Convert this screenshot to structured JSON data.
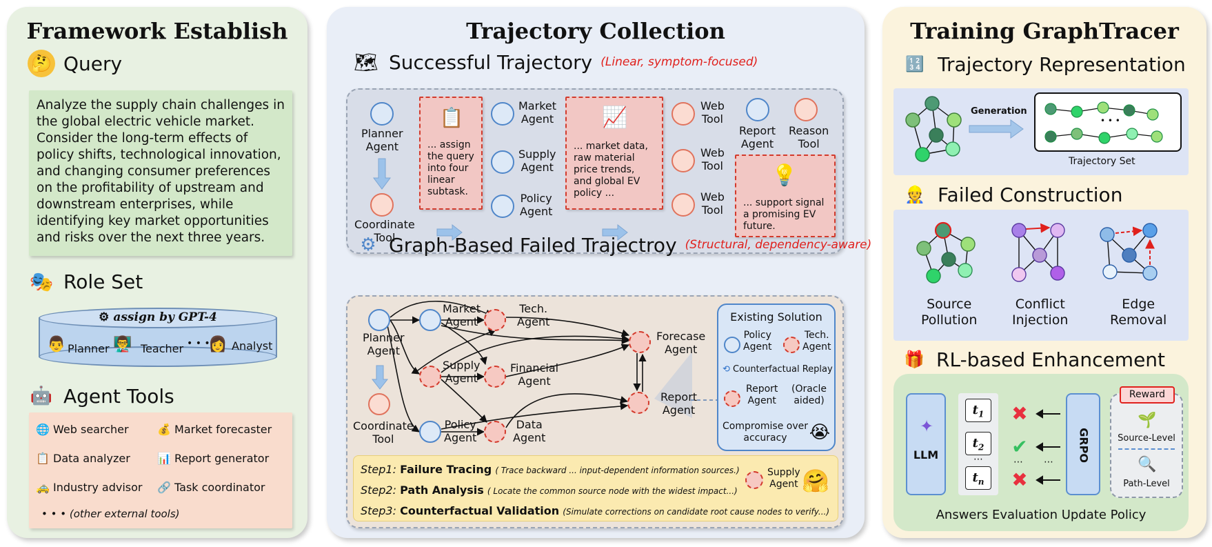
{
  "panels": {
    "framework": {
      "title": "Framework Establish",
      "query_heading": "Query",
      "query_lines": [
        "Analyze the supply chain challenges in",
        "the global electric vehicle market.",
        "Consider the long-term effects of",
        "policy shifts, technological innovation,",
        "and changing consumer preferences",
        "on the profitability of upstream and",
        "downstream enterprises, while",
        "identifying key market opportunities",
        "and risks over the next three years."
      ],
      "role_heading": "Role Set",
      "role_assign": "assign by GPT-4",
      "roles": [
        "Planner",
        "Teacher",
        "Analyst"
      ],
      "role_ellipsis": "• • •",
      "tools_heading": "Agent Tools",
      "tools": [
        "Web searcher",
        "Market forecaster",
        "Data analyzer",
        "Report generator",
        "Industry advisor",
        "Task coordinator"
      ],
      "tools_more": "• • •  (other external tools)"
    },
    "trajectory": {
      "title": "Trajectory Collection",
      "success_heading": "Successful Trajectory",
      "success_sub": "(Linear, symptom-focused)",
      "planner_agent": [
        "Planner",
        "Agent"
      ],
      "coordinate_tool": [
        "Coordinate",
        "Tool"
      ],
      "assign_note": [
        "... assign",
        "the query",
        "into four",
        "linear",
        "subtask."
      ],
      "market_agent": [
        "Market",
        "Agent"
      ],
      "supply_agent": [
        "Supply",
        "Agent"
      ],
      "policy_agent": [
        "Policy",
        "Agent"
      ],
      "market_note": [
        "... market data,",
        "raw material",
        "price trends,",
        "and global EV",
        "policy ..."
      ],
      "web_tool": [
        "Web",
        "Tool"
      ],
      "report_agent": [
        "Report",
        "Agent"
      ],
      "reason_tool": [
        "Reason",
        "Tool"
      ],
      "support_note": [
        "... support signal",
        "a promising EV",
        "future."
      ],
      "graph_heading": "Graph-Based Failed Trajectroy",
      "graph_sub": "(Structural, dependency-aware)",
      "g_planner": [
        "Planner",
        "Agent"
      ],
      "g_coordinate": [
        "Coordinate",
        "Tool"
      ],
      "g_market": [
        "Market",
        "Agent"
      ],
      "g_tech": [
        "Tech.",
        "Agent"
      ],
      "g_supply": [
        "Supply",
        "Agent"
      ],
      "g_financial": [
        "Financial",
        "Agent"
      ],
      "g_policy": [
        "Policy",
        "Agent"
      ],
      "g_data": [
        "Data",
        "Agent"
      ],
      "g_forecase": [
        "Forecase",
        "Agent"
      ],
      "g_report": [
        "Report",
        "Agent"
      ],
      "existing_title": "Existing Solution",
      "ex_policy": [
        "Policy",
        "Agent"
      ],
      "ex_tech": [
        "Tech.",
        "Agent"
      ],
      "ex_replay": "Counterfactual Replay",
      "ex_report": [
        "Report",
        "Agent"
      ],
      "ex_oracle": [
        "(Oracle",
        "aided)"
      ],
      "ex_compromise": [
        "Compromise over",
        "accuracy"
      ],
      "steps": [
        {
          "label": "Step1:",
          "name": "Failure Tracing",
          "desc": "( Trace backward ... input-dependent information sources.)"
        },
        {
          "label": "Step2:",
          "name": "Path Analysis",
          "desc": "( Locate the common source node with the widest impact...)"
        },
        {
          "label": "Step3:",
          "name": "Counterfactual Validation",
          "desc": "(Simulate corrections on candidate root cause nodes to verify...)"
        }
      ],
      "step_supply": [
        "Supply",
        "Agent"
      ]
    },
    "training": {
      "title": "Training GraphTracer",
      "rep_heading": "Trajectory Representation",
      "generation": "Generation",
      "traj_set": "Trajectory Set",
      "traj_ellipsis": "• • •",
      "failed_heading": "Failed Construction",
      "failures": [
        [
          "Source",
          "Pollution"
        ],
        [
          "Conflict",
          "Injection"
        ],
        [
          "Edge",
          "Removal"
        ]
      ],
      "rl_heading": "RL-based Enhancement",
      "llm": "LLM",
      "tokens": [
        "t",
        "t",
        "t"
      ],
      "token_subs": [
        "1",
        "2",
        "n"
      ],
      "grpo": "GRPO",
      "reward": "Reward",
      "source_level": "Source-Level",
      "path_level": "Path-Level",
      "bottom": "Answers Evaluation Update Policy"
    }
  },
  "colors": {
    "framework_bg": "#e8f1e2",
    "trajectory_bg": "#e9eef7",
    "training_bg": "#fbf3dd",
    "accent_red": "#e0201c",
    "node_blue": "#4f86c9",
    "node_green": "#2fbf5a"
  }
}
